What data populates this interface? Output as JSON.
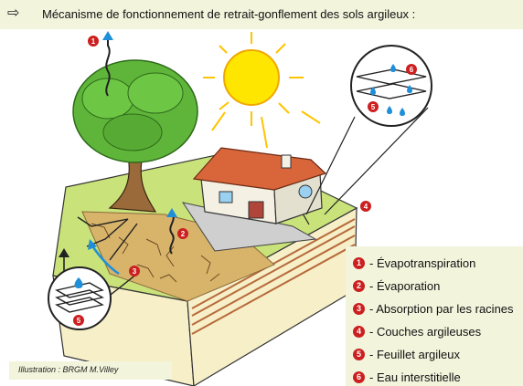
{
  "header": {
    "arrow_icon": "⇨",
    "title": "Mécanisme de fonctionnement de retrait-gonflement des sols argileux :"
  },
  "legend": {
    "items": [
      {
        "number": "1",
        "label": "- Évapotranspiration"
      },
      {
        "number": "2",
        "label": "- Évaporation"
      },
      {
        "number": "3",
        "label": "- Absorption par les racines"
      },
      {
        "number": "4",
        "label": "- Couches argileuses"
      },
      {
        "number": "5",
        "label": "- Feuillet argileux"
      },
      {
        "number": "6",
        "label": "- Eau interstitielle"
      }
    ]
  },
  "diagram": {
    "markers": {
      "evapotranspiration": "1",
      "evaporation": "2",
      "absorption": "3",
      "clay_layers": "4",
      "clay_sheet_left": "5",
      "clay_sheet_right": "5",
      "pore_water": "6"
    }
  },
  "credit": {
    "text": "Illustration : BRGM M.Villey"
  },
  "colors": {
    "marker_red": "#cc1f1f",
    "panel_bg": "#f2f4dc",
    "sun_yellow": "#ffe600",
    "tree_green": "#5fb53a",
    "soil_brown": "#c9a25e",
    "water_blue": "#1e8fd8"
  }
}
